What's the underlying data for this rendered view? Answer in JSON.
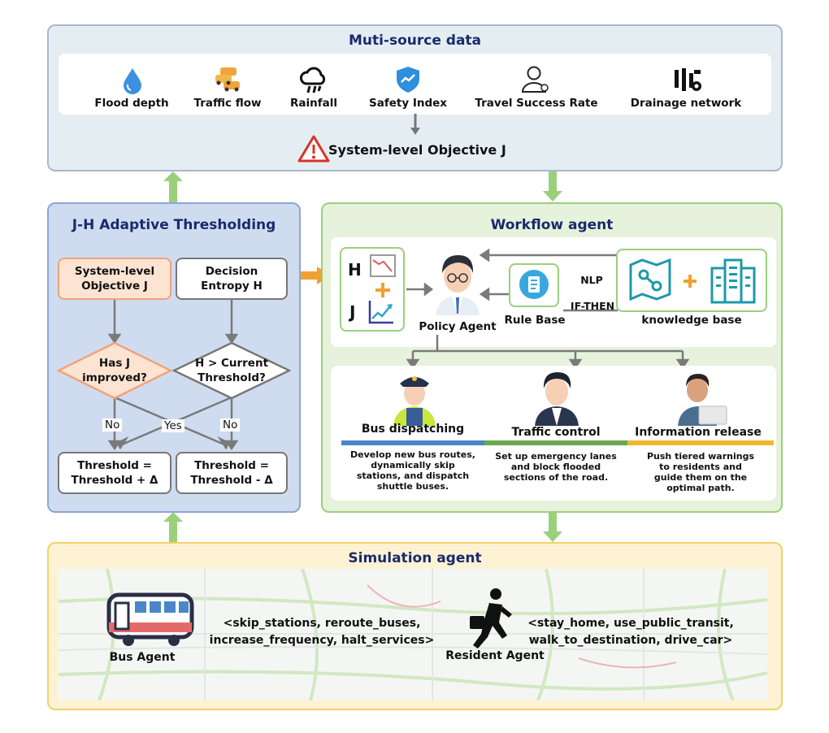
{
  "top": {
    "title": "Muti-source data",
    "sources": [
      {
        "label": "Flood depth",
        "icon": "water-drop-icon"
      },
      {
        "label": "Traffic flow",
        "icon": "cars-icon"
      },
      {
        "label": "Rainfall",
        "icon": "rain-cloud-icon"
      },
      {
        "label": "Safety Index",
        "icon": "shield-icon"
      },
      {
        "label": "Travel Success Rate",
        "icon": "user-check-icon"
      },
      {
        "label": "Drainage network",
        "icon": "pipe-network-icon"
      }
    ],
    "objective": "System-level Objective J"
  },
  "jh": {
    "title": "J-H Adaptive Thresholding",
    "box_j": "System-level\nObjective J",
    "box_h": "Decision\nEntropy H",
    "diamond_j": "Has J\nimproved?",
    "diamond_h": "H > Current\nThreshold?",
    "no_left": "No",
    "yes": "Yes",
    "no_right": "No",
    "result_plus": "Threshold =\nThreshold + Δ",
    "result_minus": "Threshold =\nThreshold - Δ"
  },
  "workflow": {
    "title": "Workflow agent",
    "h_label": "H",
    "j_label": "J",
    "policy_agent": "Policy Agent",
    "rule_base": "Rule Base",
    "nlp": "NLP",
    "if_then": "IF-THEN",
    "knowledge_base": "knowledge base",
    "actions": [
      {
        "title": "Bus dispatching",
        "desc": "Develop new bus routes,\ndynamically skip\nstations, and dispatch\nshuttle buses.",
        "color": "#4a86c8"
      },
      {
        "title": "Traffic control",
        "desc": "Set up emergency lanes\nand block flooded\nsections of the road.",
        "color": "#6aa84f"
      },
      {
        "title": "Information release",
        "desc": "Push tiered warnings\nto residents and\nguide them on the\noptimal path.",
        "color": "#f1b82d"
      }
    ]
  },
  "sim": {
    "title": "Simulation agent",
    "bus_agent": "Bus Agent",
    "bus_actions": "<skip_stations, reroute_buses,\nincrease_frequency, halt_services>",
    "resident_agent": "Resident Agent",
    "resident_actions": "<stay_home, use_public_transit,\nwalk_to_destination, drive_car>"
  },
  "colors": {
    "top_panel": "#e4eef2",
    "jh_panel": "#cfdcf0",
    "workflow_panel": "#e6f2dc",
    "sim_panel": "#fdf3d4",
    "arrow_green": "#9ccf7c",
    "arrow_orange": "#f0a030",
    "peach": "#fde3d2"
  }
}
